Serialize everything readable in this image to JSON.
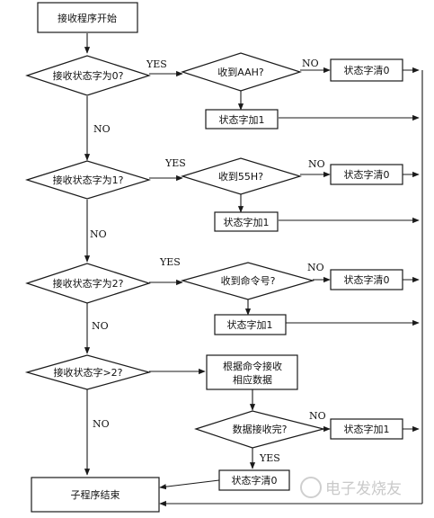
{
  "nodes": {
    "start": "接收程序开始",
    "q0": "接收状态字为0?",
    "r_aah": "收到AAH?",
    "clr_a": "状态字清0",
    "inc_a": "状态字加1",
    "q1": "接收状态字为1?",
    "r_55h": "收到55H?",
    "clr_b": "状态字清0",
    "inc_b": "状态字加1",
    "q2": "接收状态字为2?",
    "r_cmd": "收到命令号?",
    "clr_c": "状态字清0",
    "inc_c": "状态字加1",
    "q3": "接收状态字>2?",
    "recv_line1": "根据命令接收",
    "recv_line2": "相应数据",
    "done_q": "数据接收完?",
    "inc_d": "状态字加1",
    "clr_d": "状态字清0",
    "end": "子程序结束"
  },
  "edges": {
    "yes_0": "YES",
    "no_0": "NO",
    "no_a": "NO",
    "yes_1": "YES",
    "no_1": "NO",
    "no_b": "NO",
    "yes_2": "YES",
    "no_2": "NO",
    "no_c": "NO",
    "no_3": "NO",
    "no_d": "NO",
    "yes_d": "YES"
  },
  "watermark": "电子发烧友"
}
